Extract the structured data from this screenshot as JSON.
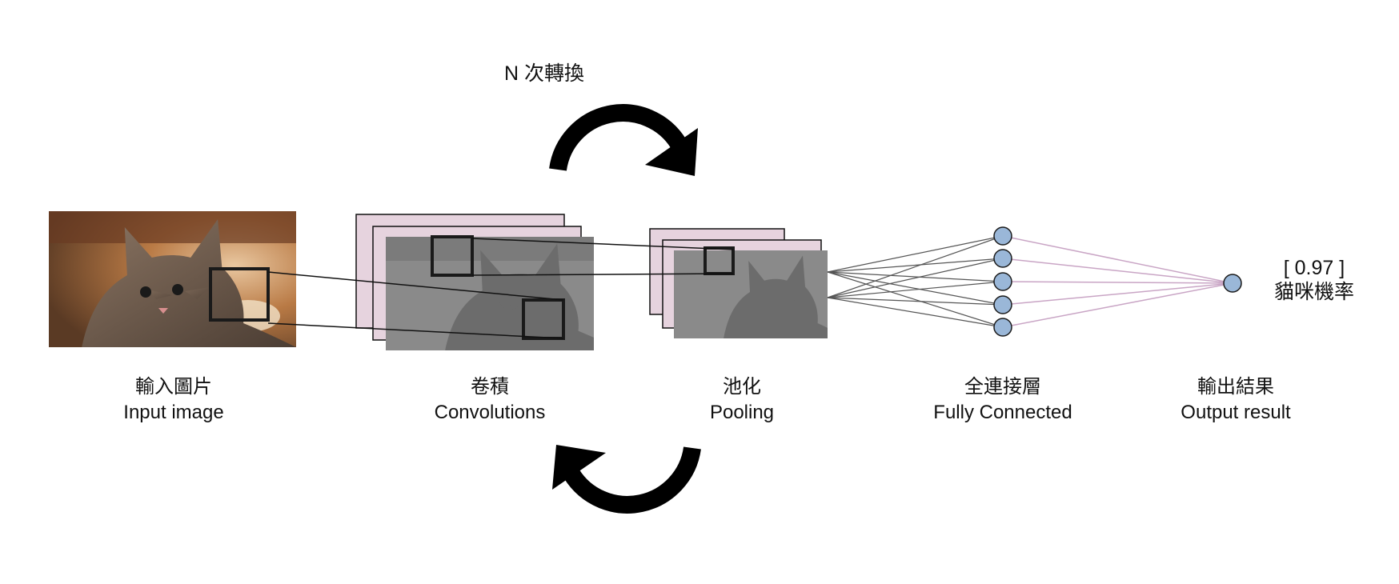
{
  "title": "N 次轉換",
  "stages": [
    {
      "zh": "輸入圖片",
      "en": "Input image"
    },
    {
      "zh": "卷積",
      "en": "Convolutions"
    },
    {
      "zh": "池化",
      "en": "Pooling"
    },
    {
      "zh": "全連接層",
      "en": "Fully Connected"
    },
    {
      "zh": "輸出結果",
      "en": "Output result"
    }
  ],
  "result": {
    "value": "[ 0.97 ]",
    "label": "貓咪機率"
  },
  "colors": {
    "layer_fill": "#e6d3de",
    "node_fill": "#9ab7d8",
    "fc_lines": "#555555",
    "out_lines": "#c9a5c5",
    "gray_image": "#8a8a8a"
  },
  "icons": [
    "cat-photo",
    "cycle-arrow-top",
    "cycle-arrow-bottom"
  ]
}
